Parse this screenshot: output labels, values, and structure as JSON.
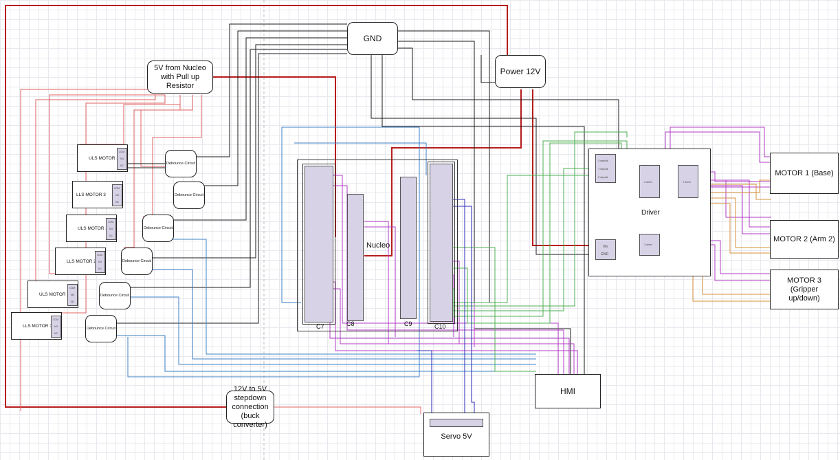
{
  "diagram": {
    "gnd": "GND",
    "power_12v": "Power 12V",
    "pullup": "5V from Nucleo with Pull up Resistor",
    "buck": "12V to 5V stepdown connection (buck converter)",
    "servo": "Servo 5V",
    "hmi": "HMI",
    "nucleo": "Nucleo",
    "connectors": [
      "C7",
      "C8",
      "C9",
      "C10"
    ],
    "driver": "Driver",
    "driver_power_pins": [
      "Vin",
      "GND"
    ],
    "driver_channels": [
      "X driver",
      "Y driver",
      "Z driver"
    ],
    "driver_inputs": [
      "X step/dir",
      "Y step/dir",
      "Z step/dir"
    ],
    "motors": [
      "MOTOR 1 (Base)",
      "MOTOR 2 (Arm 2)",
      "MOTOR 3 (Gripper up/down)"
    ],
    "switches": [
      "ULS MOTOR 3",
      "LLS MOTOR 3",
      "ULS MOTOR 2",
      "LLS MOTOR 2",
      "ULS MOTOR 1",
      "LLS MOTOR 1"
    ],
    "switch_pins": [
      "COM",
      "NO",
      "NC"
    ],
    "debounce": "Debounce Circuit",
    "wire_colors": {
      "power": "#b71c1c",
      "ground": "#1a1a1a",
      "signal_blue": "#3d7fc4",
      "signal_magenta": "#b23bc4",
      "signal_green": "#4caf50",
      "motor_orange": "#d4903a",
      "pullup_red": "#e06060",
      "servo_navy": "#2b2bb8"
    }
  }
}
